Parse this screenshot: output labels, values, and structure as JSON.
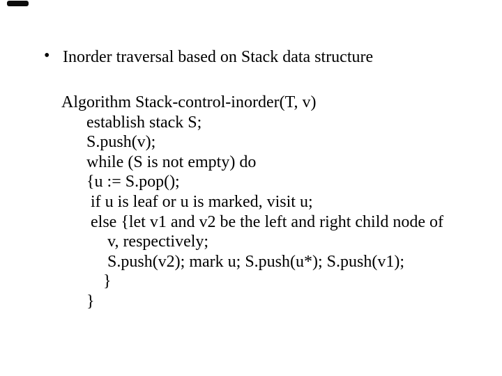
{
  "slide": {
    "background_color": "#ffffff",
    "text_color": "#000000",
    "corner_mark_color": "#0d0d0d",
    "bullet": {
      "marker": "•",
      "text": "Inorder traversal based on Stack data structure"
    },
    "algorithm": {
      "lines": [
        "Algorithm Stack-control-inorder(T, v)",
        "      establish stack S;",
        "      S.push(v);",
        "      while (S is not empty) do",
        "      {u := S.pop();",
        "       if u is leaf or u is marked, visit u;",
        "       else {let v1 and v2 be the left and right child node of",
        "           v, respectively;",
        "           S.push(v2); mark u; S.push(u*); S.push(v1);",
        "          }",
        "      }"
      ]
    }
  }
}
